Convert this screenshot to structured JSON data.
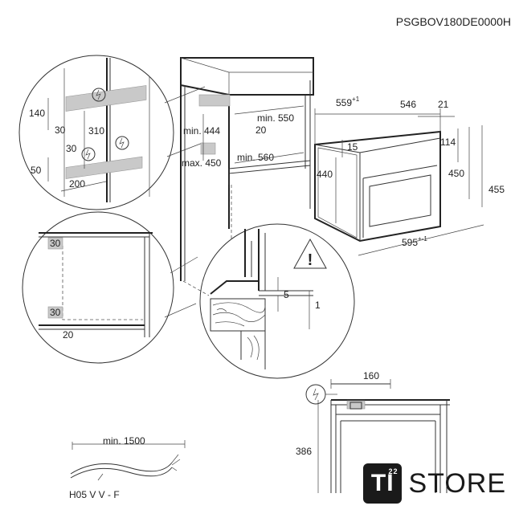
{
  "header": {
    "model_code": "PSGBOV180DE0000H"
  },
  "detail_top_left": {
    "dims": {
      "d140": "140",
      "d30a": "30",
      "d310": "310",
      "d30b": "30",
      "d50": "50",
      "d200": "200"
    }
  },
  "cabinet": {
    "dims": {
      "min550": "min. 550",
      "d20": "20",
      "min444": "min. 444",
      "max450": "max. 450",
      "min560": "min. 560"
    }
  },
  "oven": {
    "dims": {
      "d559": "559",
      "d559_tol": "+1",
      "d546": "546",
      "d21": "21",
      "d15": "15",
      "d114": "114",
      "d440": "440",
      "d450": "450",
      "d455": "455",
      "d595": "595",
      "d595_tol": "+-1"
    }
  },
  "detail_left": {
    "dims": {
      "d30a": "30",
      "d30b": "30",
      "d20": "20"
    }
  },
  "detail_mid": {
    "dims": {
      "d5": "5",
      "d1": "1"
    }
  },
  "detail_bottom_right": {
    "dims": {
      "d160": "160",
      "d386": "386"
    }
  },
  "cable": {
    "min1500": "min. 1500",
    "type": "H05 V V - F"
  },
  "store_badge": {
    "mark": "TI",
    "mark_sup": "22",
    "name": "STORE"
  }
}
